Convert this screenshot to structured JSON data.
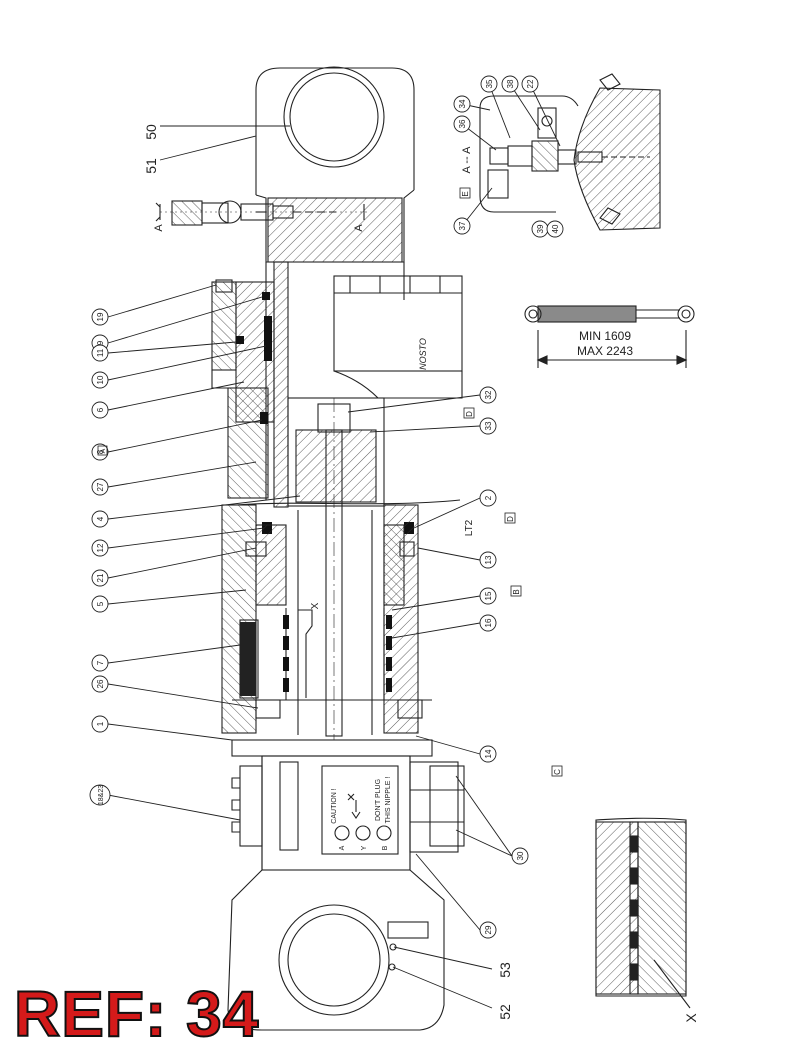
{
  "callouts": [
    "50",
    "51",
    "19",
    "9",
    "11",
    "10",
    "6",
    "8",
    "27",
    "4",
    "12",
    "21",
    "5",
    "7",
    "26",
    "1",
    "18&23",
    "35",
    "38",
    "22",
    "34",
    "36",
    "37",
    "39",
    "40",
    "32",
    "33",
    "2",
    "13",
    "15",
    "16",
    "14",
    "30",
    "29",
    "53",
    "52"
  ],
  "section_letters": {
    "a_left": "A",
    "a_right": "A",
    "section_aa": "A -- A",
    "e": "E",
    "d1": "D",
    "d2": "D",
    "b": "B",
    "c": "C",
    "a_small": "A",
    "x_small": "X",
    "x_detail": "X"
  },
  "labels": {
    "lt2": "LT2",
    "nosto": "NOSTO",
    "caution": "CAUTION !",
    "dont_plug": "DON'T PLUG",
    "this_nipple": "THIS NIPPLE !",
    "port_a": "A",
    "port_y": "Y",
    "port_b": "B"
  },
  "stroke": {
    "min": "MIN 1609",
    "max": "MAX 2243"
  },
  "ref": "REF: 34"
}
